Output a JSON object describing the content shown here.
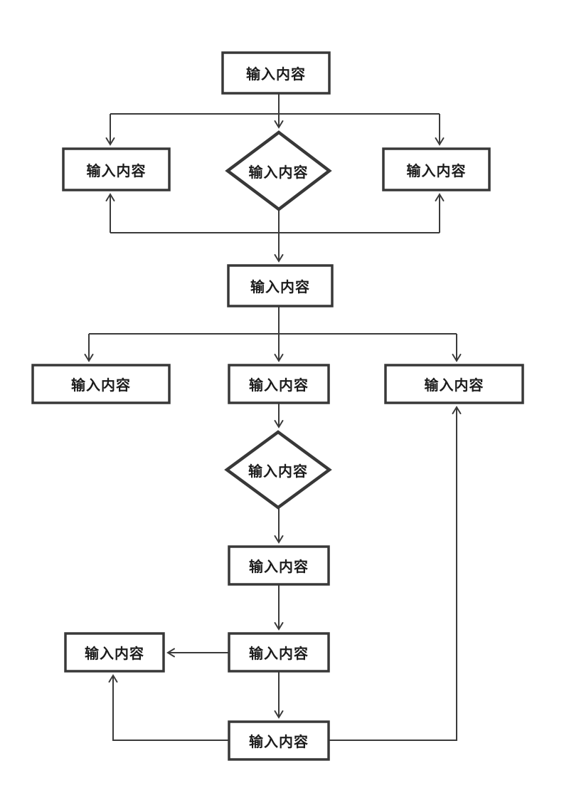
{
  "diagram": {
    "title": "flowchart",
    "placeholder_text": "输入内容",
    "colors": {
      "connector_line": "#3a3a3a",
      "shape_border": "#383838",
      "label_text": "#1c1c1c",
      "background": "#ffffff"
    },
    "nodes": [
      {
        "id": "start",
        "type": "rect",
        "label": "输入内容"
      },
      {
        "id": "branch-left",
        "type": "rect",
        "label": "输入内容"
      },
      {
        "id": "decision-1",
        "type": "diamond",
        "label": "输入内容"
      },
      {
        "id": "branch-right",
        "type": "rect",
        "label": "输入内容"
      },
      {
        "id": "step-2",
        "type": "rect",
        "label": "输入内容"
      },
      {
        "id": "fan-left",
        "type": "rect",
        "label": "输入内容"
      },
      {
        "id": "fan-middle",
        "type": "rect",
        "label": "输入内容"
      },
      {
        "id": "fan-right",
        "type": "rect",
        "label": "输入内容"
      },
      {
        "id": "decision-2",
        "type": "diamond",
        "label": "输入内容"
      },
      {
        "id": "step-3",
        "type": "rect",
        "label": "输入内容"
      },
      {
        "id": "side-left",
        "type": "rect",
        "label": "输入内容"
      },
      {
        "id": "step-4",
        "type": "rect",
        "label": "输入内容"
      },
      {
        "id": "step-5",
        "type": "rect",
        "label": "输入内容"
      }
    ]
  }
}
